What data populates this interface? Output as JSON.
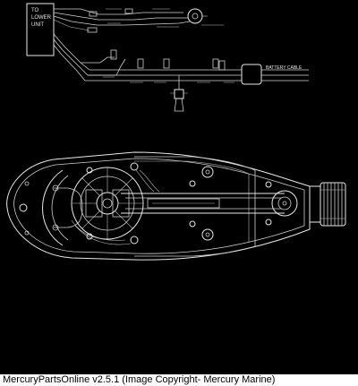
{
  "diagram": {
    "box_label_lines": [
      "TO",
      "LOWER",
      "UNIT"
    ],
    "battery_cable_label": "BATTERY CABLE",
    "colors": {
      "background": "#000000",
      "line": "#e8e8e8",
      "caption_bg": "#ffffff",
      "caption_text": "#000000"
    }
  },
  "caption": {
    "text": "MercuryPartsOnline v2.5.1 (Image Copyright- Mercury Marine)"
  }
}
